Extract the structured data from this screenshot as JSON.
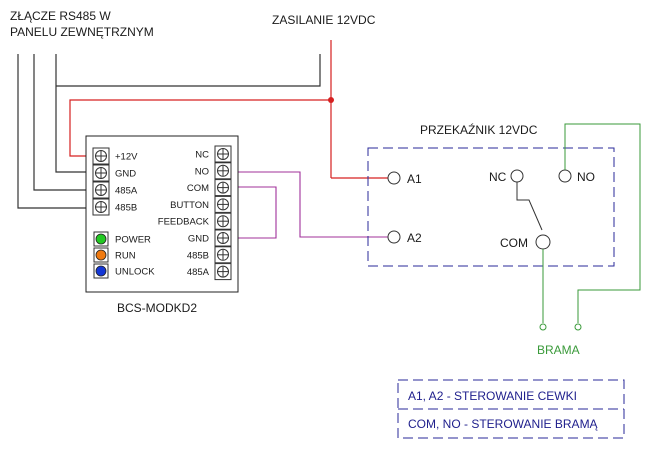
{
  "header": {
    "rs485_label_line1": "ZŁĄCZE RS485 W",
    "rs485_label_line2": "PANELU ZEWNĘTRZNYM",
    "power_label": "ZASILANIE 12VDC"
  },
  "module": {
    "name": "BCS-MODKD2",
    "left_terminals": [
      "+12V",
      "GND",
      "485A",
      "485B"
    ],
    "right_terminals": [
      "NC",
      "NO",
      "COM",
      "BUTTON",
      "FEEDBACK",
      "GND",
      "485B",
      "485A"
    ],
    "leds": [
      {
        "label": "POWER",
        "color": "#22c922"
      },
      {
        "label": "RUN",
        "color": "#f07a10"
      },
      {
        "label": "UNLOCK",
        "color": "#1437d6"
      }
    ]
  },
  "relay": {
    "title": "PRZEKAŹNIK 12VDC",
    "coil_a1": "A1",
    "coil_a2": "A2",
    "contact_nc": "NC",
    "contact_no": "NO",
    "contact_com": "COM"
  },
  "gate": {
    "label": "BRAMA"
  },
  "legend": {
    "line1": "A1, A2 - STEROWANIE CEWKI",
    "line2": "COM, NO - STEROWANIE BRAMĄ"
  },
  "colors": {
    "wire_dark": "#333333",
    "wire_power": "#d62020",
    "wire_signal": "#a0309a",
    "wire_gate": "#3a9a3a",
    "dashed_box": "#2a2a9a"
  }
}
